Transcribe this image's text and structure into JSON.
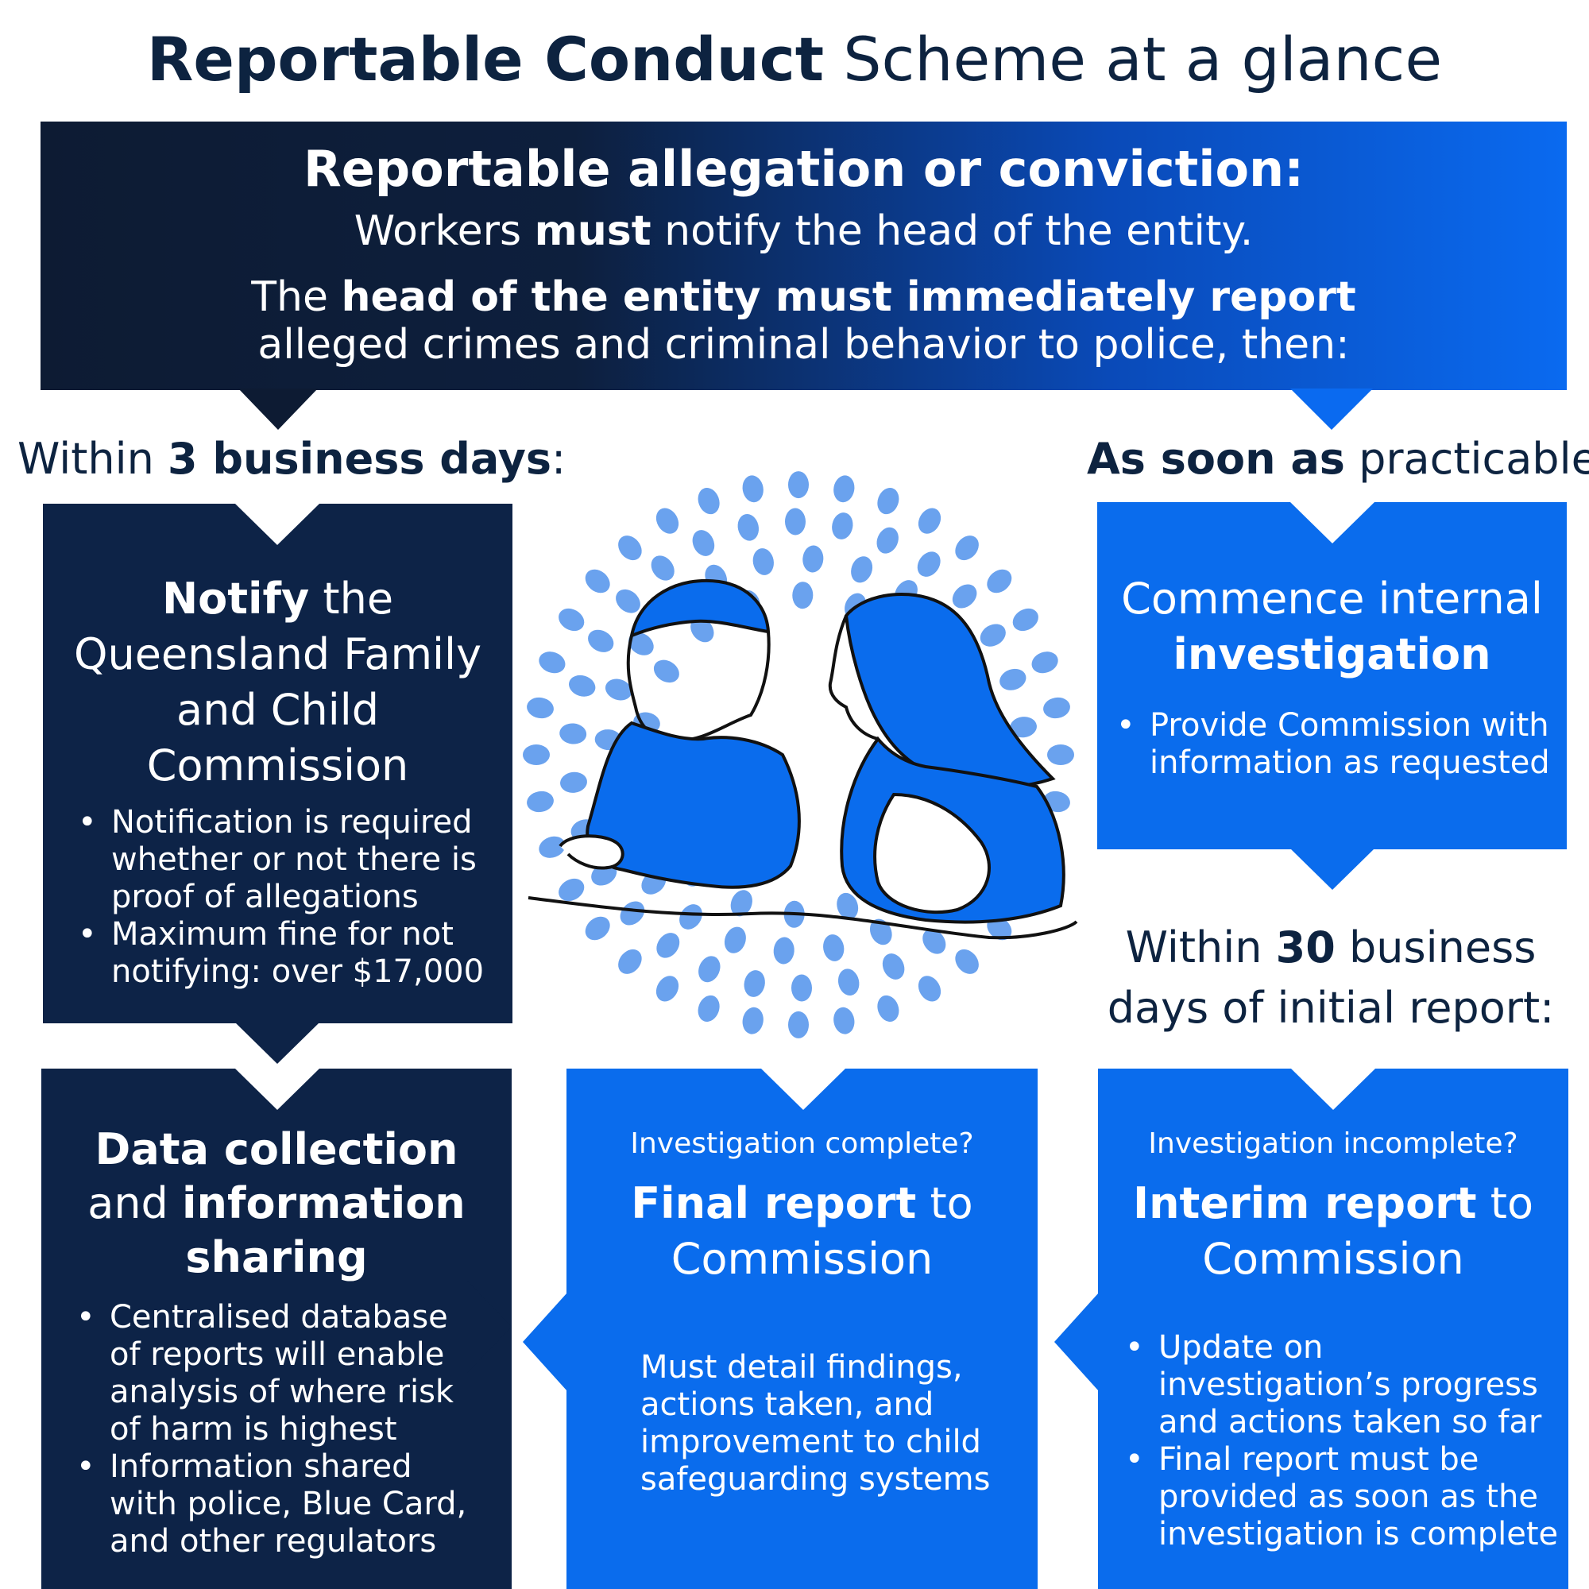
{
  "title": {
    "bold": "Reportable Conduct",
    "rest": " Scheme at a glance"
  },
  "hero": {
    "heading": "Reportable allegation or conviction:",
    "line1_a": "Workers ",
    "line1_b": "must",
    "line1_c": " notify the head of the entity.",
    "line2_a": "The ",
    "line2_b": "head of the entity must immediately report",
    "line3": "alleged crimes and criminal behavior to police, then:"
  },
  "labels": {
    "left_a": "Within ",
    "left_b": "3 business days",
    "left_c": ":",
    "right_a": "As soon as",
    "right_b": " practicable:",
    "mid_a": "Within ",
    "mid_b": "30",
    "mid_c": " business",
    "mid_d": "days of initial report:"
  },
  "notify_box": {
    "head_bold": "Notify",
    "head_rest1": " the",
    "head_rest2": "Queensland Family",
    "head_rest3": "and Child",
    "head_rest4": "Commission",
    "bullets": [
      "Notification is required whether or not there is proof of allegations",
      "Maximum fine for not notifying: over $17,000"
    ]
  },
  "investigation_box": {
    "head1": "Commence internal",
    "head2": "investigation",
    "bullets": [
      "Provide Commission with information as requested"
    ]
  },
  "data_box": {
    "head1": "Data collection",
    "head2_a": "and ",
    "head2_b": "information",
    "head3": "sharing",
    "bullets": [
      "Centralised database of reports will enable analysis of where risk of harm is highest",
      "Information shared with police, Blue Card, and other regulators"
    ]
  },
  "final_box": {
    "question": "Investigation complete?",
    "head1_b": "Final report",
    "head1_r": " to",
    "head2": "Commission",
    "para": "Must detail findings, actions taken, and improvement to child safeguarding systems"
  },
  "interim_box": {
    "question": "Investigation incomplete?",
    "head1_b": "Interim report",
    "head1_r": " to",
    "head2": "Commission",
    "bullets": [
      "Update on investigation’s progress and actions taken so far",
      "Final report must be provided as soon as the investigation is complete"
    ]
  },
  "colors": {
    "navy": "#0d2347",
    "blue": "#0a6ced",
    "dots": "#6aa2ee",
    "title": "#0d2340"
  }
}
